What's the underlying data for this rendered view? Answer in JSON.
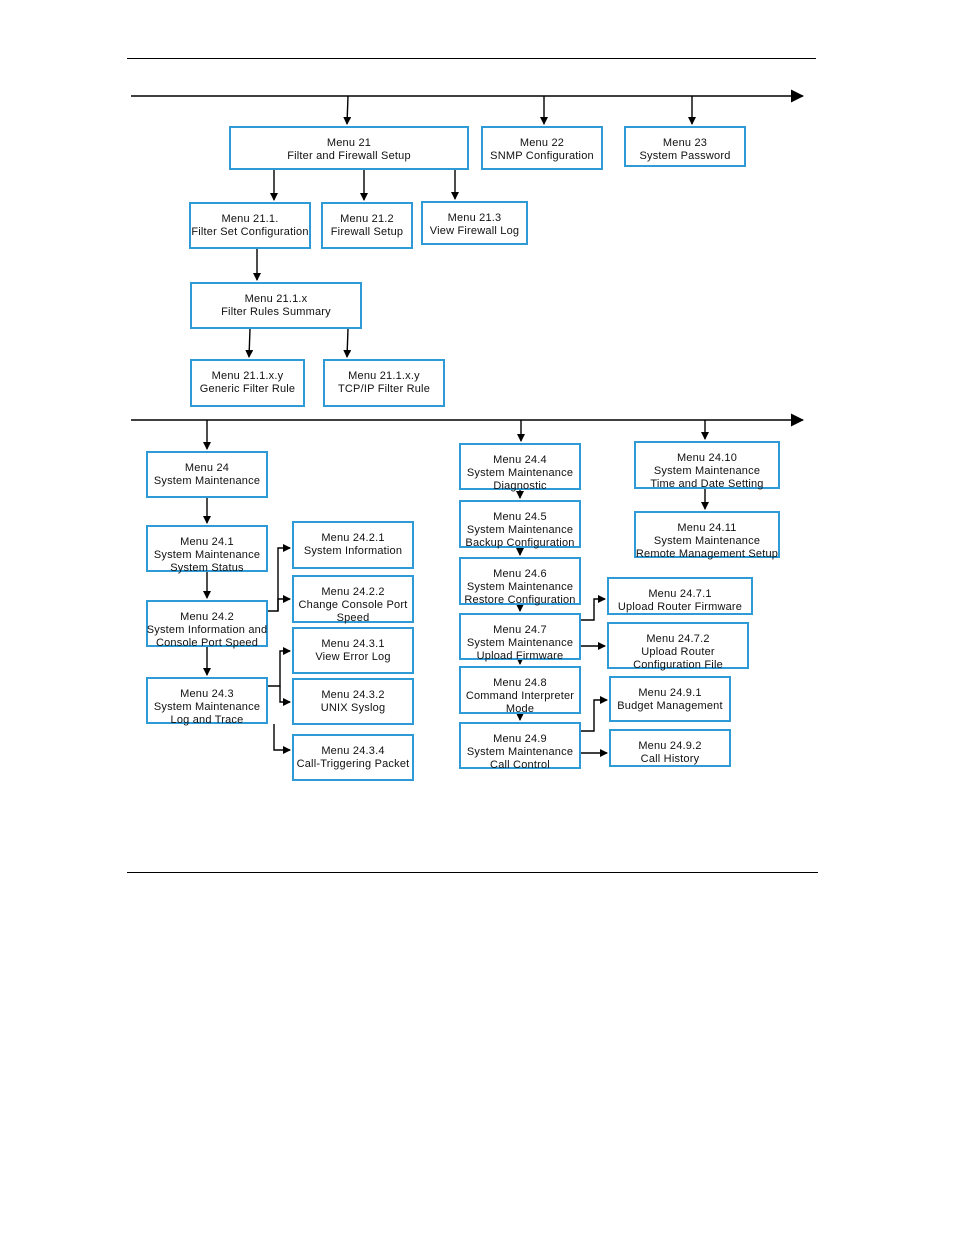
{
  "nodes": [
    {
      "id": "m21",
      "lines": [
        "Menu 21",
        "Filter and Firewall Setup"
      ]
    },
    {
      "id": "m22",
      "lines": [
        "Menu 22",
        "SNMP Configuration"
      ]
    },
    {
      "id": "m23",
      "lines": [
        "Menu 23",
        "System Password"
      ]
    },
    {
      "id": "m21_1",
      "lines": [
        "Menu 21.1.",
        "Filter Set Configuration"
      ]
    },
    {
      "id": "m21_2",
      "lines": [
        "Menu 21.2",
        "Firewall Setup"
      ]
    },
    {
      "id": "m21_3",
      "lines": [
        "Menu 21.3",
        "View Firewall Log"
      ]
    },
    {
      "id": "m21_1_x",
      "lines": [
        "Menu 21.1.x",
        "Filter Rules Summary"
      ]
    },
    {
      "id": "m21_1_x_y_a",
      "lines": [
        "Menu 21.1.x.y",
        "Generic Filter Rule"
      ]
    },
    {
      "id": "m21_1_x_y_b",
      "lines": [
        "Menu 21.1.x.y",
        "TCP/IP Filter Rule"
      ]
    },
    {
      "id": "m24",
      "lines": [
        "Menu 24",
        "System Maintenance"
      ]
    },
    {
      "id": "m24_1",
      "lines": [
        "Menu 24.1",
        "System Maintenance",
        "System Status"
      ]
    },
    {
      "id": "m24_2",
      "lines": [
        "Menu 24.2",
        "System Information and",
        "Console Port Speed"
      ]
    },
    {
      "id": "m24_3",
      "lines": [
        "Menu 24.3",
        "System Maintenance",
        "Log and Trace"
      ]
    },
    {
      "id": "m24_2_1",
      "lines": [
        "Menu 24.2.1",
        "System Information"
      ]
    },
    {
      "id": "m24_2_2",
      "lines": [
        "Menu 24.2.2",
        "Change Console Port",
        "Speed"
      ]
    },
    {
      "id": "m24_3_1",
      "lines": [
        "Menu 24.3.1",
        "View Error Log"
      ]
    },
    {
      "id": "m24_3_2",
      "lines": [
        "Menu 24.3.2",
        "UNIX Syslog"
      ]
    },
    {
      "id": "m24_3_4",
      "lines": [
        "Menu 24.3.4",
        "Call-Triggering Packet"
      ]
    },
    {
      "id": "m24_4",
      "lines": [
        "Menu 24.4",
        "System Maintenance",
        "Diagnostic"
      ]
    },
    {
      "id": "m24_5",
      "lines": [
        "Menu 24.5",
        "System Maintenance",
        "Backup Configuration"
      ]
    },
    {
      "id": "m24_6",
      "lines": [
        "Menu 24.6",
        "System Maintenance",
        "Restore Configuration"
      ]
    },
    {
      "id": "m24_7",
      "lines": [
        "Menu 24.7",
        "System Maintenance",
        "Upload Firmware"
      ]
    },
    {
      "id": "m24_8",
      "lines": [
        "Menu 24.8",
        "Command Interpreter",
        "Mode"
      ]
    },
    {
      "id": "m24_9",
      "lines": [
        "Menu 24.9",
        "System Maintenance",
        "Call Control"
      ]
    },
    {
      "id": "m24_10",
      "lines": [
        "Menu 24.10",
        "System Maintenance",
        "Time and Date Setting"
      ]
    },
    {
      "id": "m24_11",
      "lines": [
        "Menu 24.11",
        "System Maintenance",
        "Remote Management Setup"
      ]
    },
    {
      "id": "m24_7_1",
      "lines": [
        "Menu 24.7.1",
        "Upload Router Firmware"
      ]
    },
    {
      "id": "m24_7_2",
      "lines": [
        "Menu 24.7.2",
        "Upload Router",
        "Configuration File"
      ]
    },
    {
      "id": "m24_9_1",
      "lines": [
        "Menu 24.9.1",
        "Budget Management"
      ]
    },
    {
      "id": "m24_9_2",
      "lines": [
        "Menu 24.9.2",
        "Call History"
      ]
    }
  ],
  "edges": [
    [
      "bus1",
      "m21"
    ],
    [
      "bus1",
      "m22"
    ],
    [
      "bus1",
      "m23"
    ],
    [
      "m21",
      "m21_1"
    ],
    [
      "m21",
      "m21_2"
    ],
    [
      "m21",
      "m21_3"
    ],
    [
      "m21_1",
      "m21_1_x"
    ],
    [
      "m21_1_x",
      "m21_1_x_y_a"
    ],
    [
      "m21_1_x",
      "m21_1_x_y_b"
    ],
    [
      "bus2",
      "m24"
    ],
    [
      "bus2",
      "m24_4"
    ],
    [
      "bus2",
      "m24_10"
    ],
    [
      "m24",
      "m24_1"
    ],
    [
      "m24_1",
      "m24_2"
    ],
    [
      "m24_2",
      "m24_3"
    ],
    [
      "m24_2",
      "m24_2_1"
    ],
    [
      "m24_2",
      "m24_2_2"
    ],
    [
      "m24_3",
      "m24_3_1"
    ],
    [
      "m24_3",
      "m24_3_2"
    ],
    [
      "m24_3",
      "m24_3_4"
    ],
    [
      "m24_4",
      "m24_5"
    ],
    [
      "m24_5",
      "m24_6"
    ],
    [
      "m24_6",
      "m24_7"
    ],
    [
      "m24_7",
      "m24_8"
    ],
    [
      "m24_8",
      "m24_9"
    ],
    [
      "m24_7",
      "m24_7_1"
    ],
    [
      "m24_7",
      "m24_7_2"
    ],
    [
      "m24_9",
      "m24_9_1"
    ],
    [
      "m24_9",
      "m24_9_2"
    ],
    [
      "m24_10",
      "m24_11"
    ]
  ],
  "colors": {
    "box_border": "#2e9ad6",
    "line": "#000000"
  }
}
